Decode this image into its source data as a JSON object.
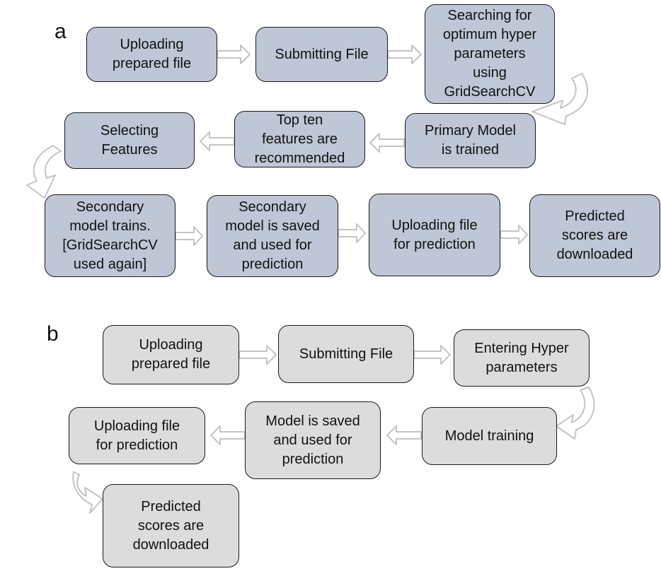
{
  "diagram_a": {
    "label": "a",
    "color": "#bfc6d6",
    "steps": {
      "upload": "Uploading\nprepared file",
      "submit": "Submitting File",
      "search": "Searching for\noptimum hyper\nparameters\nusing\nGridSearchCV",
      "primary": "Primary Model\nis trained",
      "topten": "Top ten\nfeatures are\nrecommended",
      "select": "Selecting\nFeatures",
      "secondary_train": "Secondary\nmodel trains.\n[GridSearchCV\nused again]",
      "secondary_saved": "Secondary\nmodel is saved\nand used for\nprediction",
      "upload_pred": "Uploading file\nfor prediction",
      "scores": "Predicted\nscores are\ndownloaded"
    }
  },
  "diagram_b": {
    "label": "b",
    "color": "#dcdcdc",
    "steps": {
      "upload": "Uploading\nprepared file",
      "submit": "Submitting File",
      "enter": "Entering Hyper\nparameters",
      "training": "Model training",
      "saved": "Model is saved\nand used for\nprediction",
      "upload_pred": "Uploading file\nfor prediction",
      "scores": "Predicted\nscores are\ndownloaded"
    }
  },
  "arrow_color": "#c4c4c4"
}
